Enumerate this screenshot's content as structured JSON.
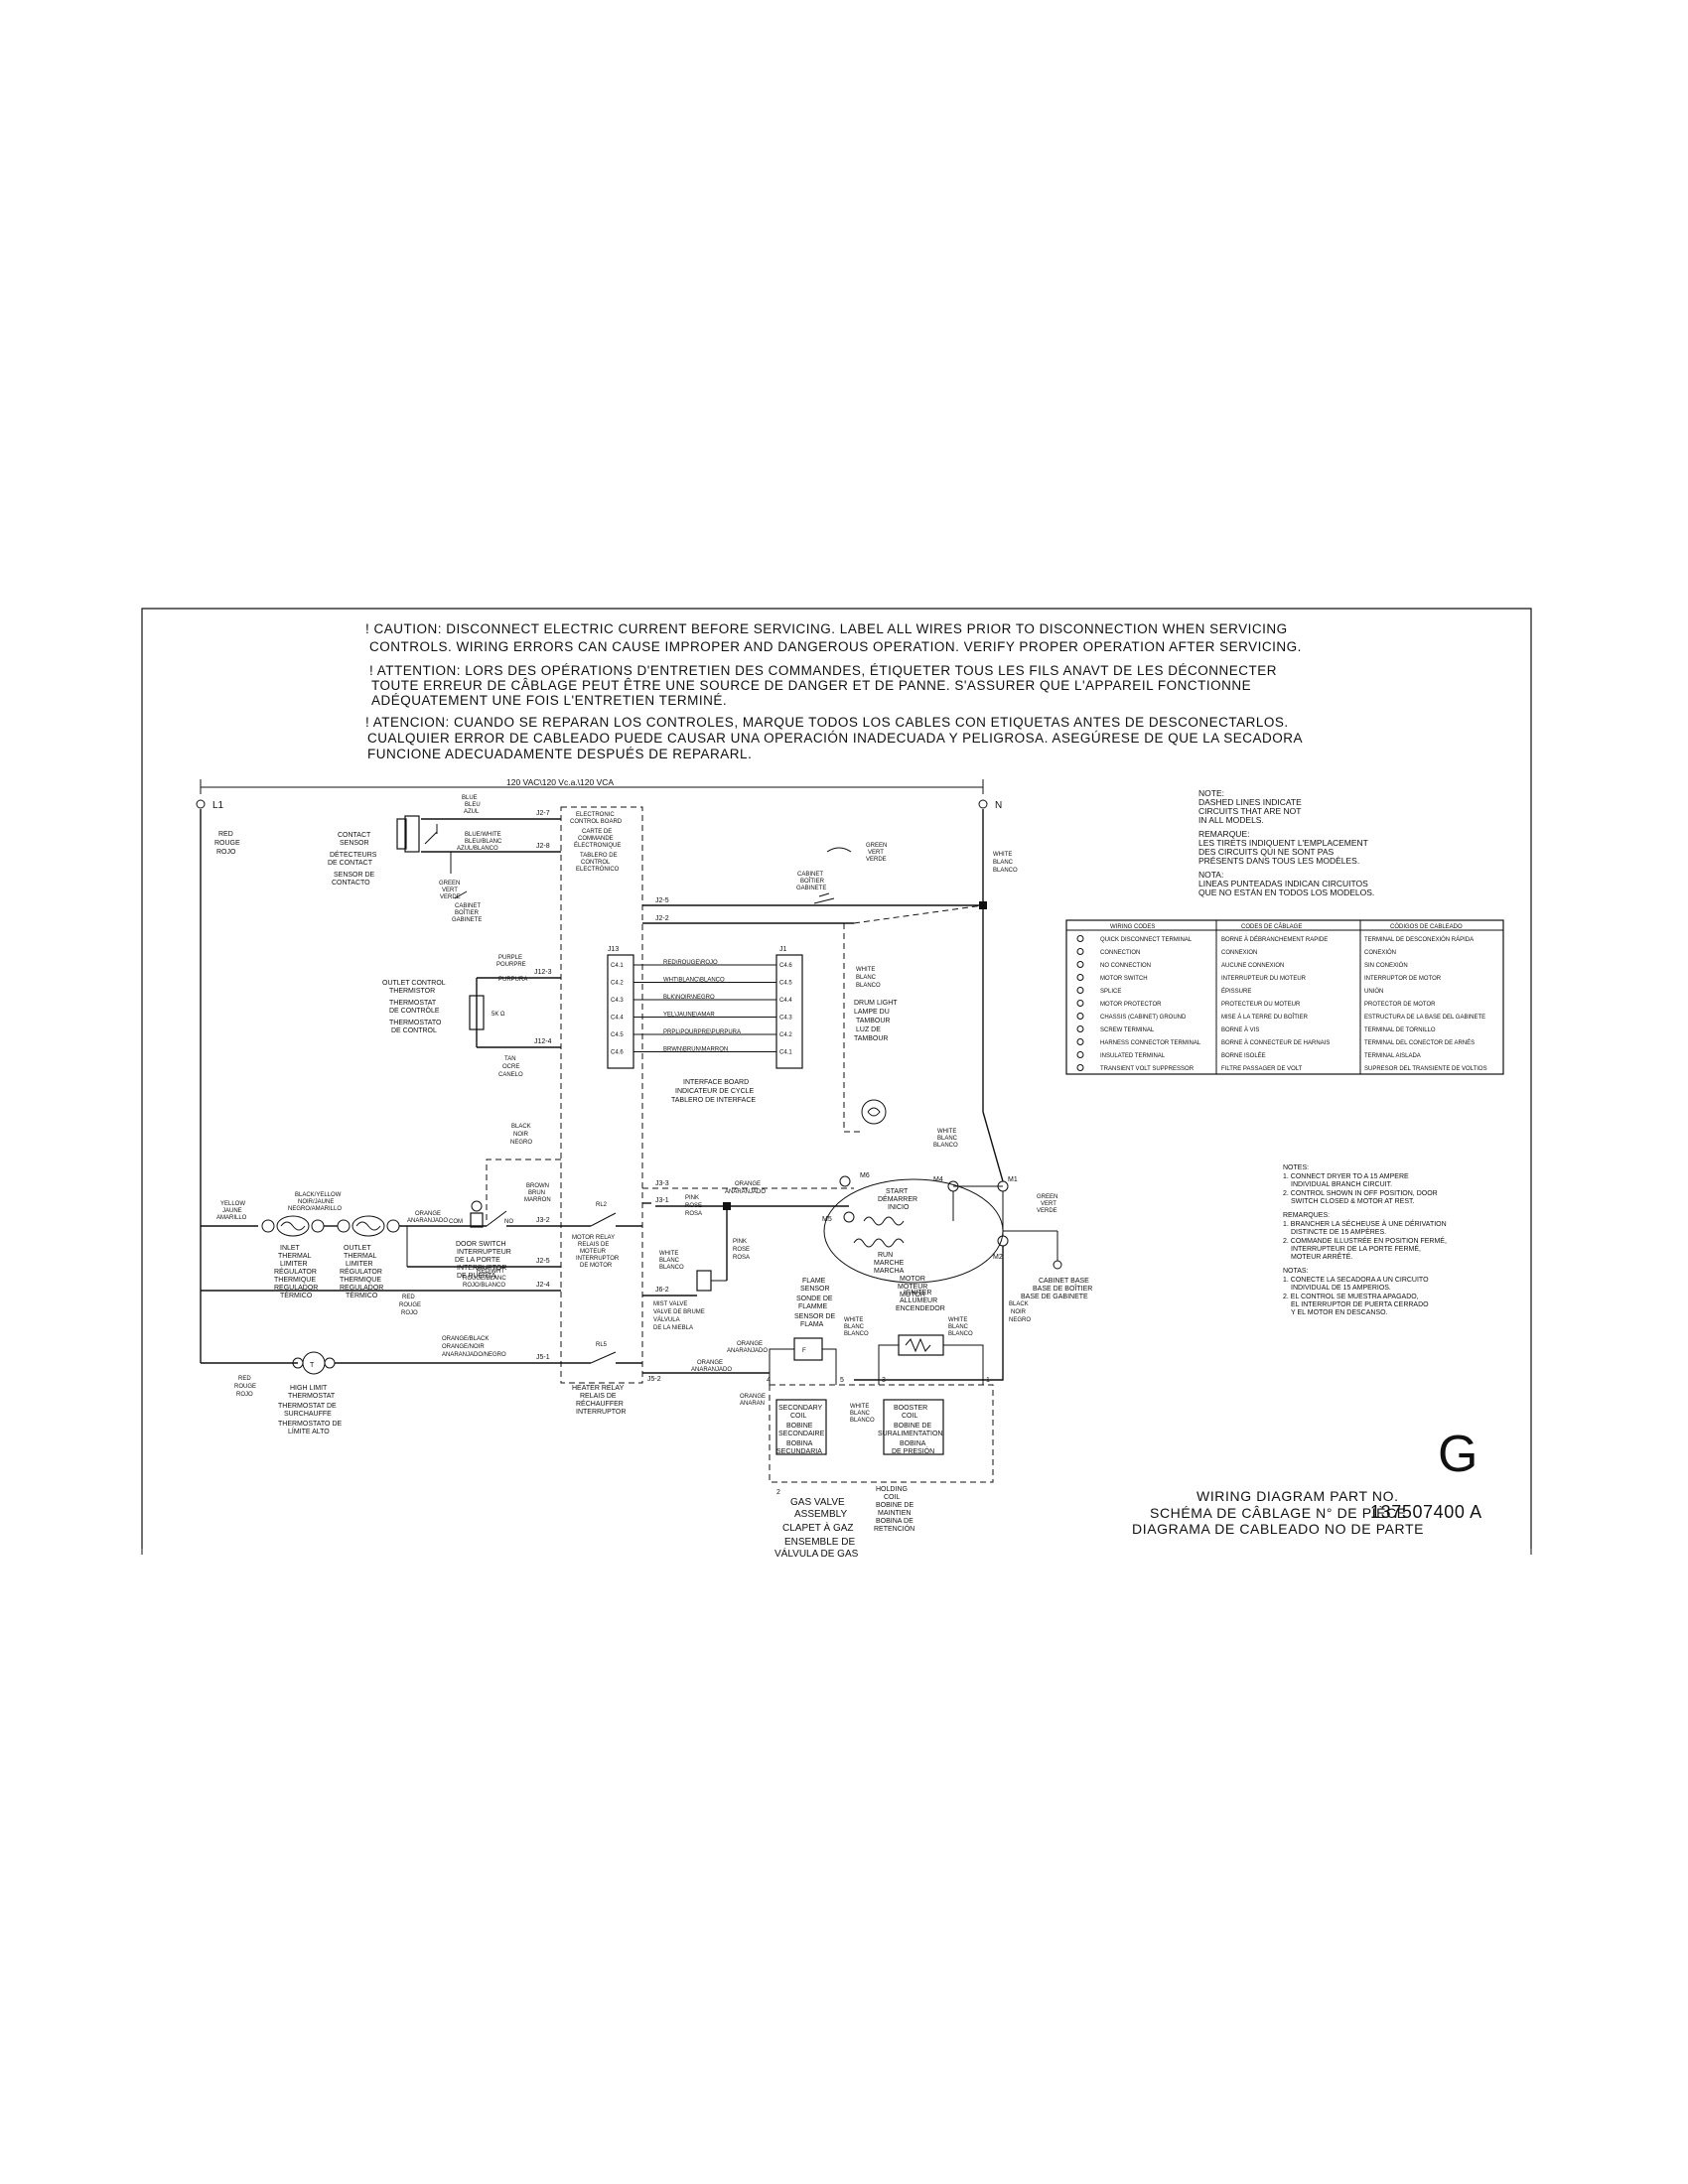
{
  "caution": {
    "en_line1": "! CAUTION: DISCONNECT ELECTRIC CURRENT BEFORE SERVICING. LABEL ALL WIRES PRIOR TO DISCONNECTION WHEN SERVICING",
    "en_line2": "CONTROLS. WIRING ERRORS CAN CAUSE IMPROPER AND DANGEROUS OPERATION. VERIFY PROPER OPERATION AFTER SERVICING.",
    "fr_line1": "! ATTENTION: LORS DES OPÉRATIONS D'ENTRETIEN DES COMMANDES, ÉTIQUETER TOUS LES FILS ANAVT DE LES DÉCONNECTER",
    "fr_line2": "TOUTE ERREUR DE CÂBLAGE PEUT ÊTRE UNE SOURCE DE DANGER ET DE PANNE. S'ASSURER QUE L'APPAREIL FONCTIONNE",
    "fr_line3": "ADÉQUATEMENT UNE FOIS L'ENTRETIEN TERMINÉ.",
    "es_line1": "! ATENCION: CUANDO SE REPARAN LOS CONTROLES, MARQUE TODOS LOS CABLES CON ETIQUETAS ANTES DE DESCONECTARLOS.",
    "es_line2": "CUALQUIER ERROR DE CABLEADO PUEDE CAUSAR UNA OPERACIÓN INADECUADA Y PELIGROSA. ASEGÚRESE DE QUE LA SECADORA",
    "es_line3": "FUNCIONE ADECUADAMENTE DESPUÉS DE REPARARL."
  },
  "supply": {
    "voltage": "120 VAC\\120 Vc.a.\\120 VCA",
    "l1": "L1",
    "l1_color": [
      "RED",
      "ROUGE",
      "ROJO"
    ],
    "n": "N",
    "n_color": [
      "WHITE",
      "BLANC",
      "BLANCO"
    ]
  },
  "note_dashed": [
    "NOTE:",
    "DASHED LINES INDICATE",
    "CIRCUITS THAT ARE NOT",
    "IN ALL MODELS.",
    "REMARQUE:",
    "LES TIRETS INDIQUENT L'EMPLACEMENT",
    "DES CIRCUITS QUI NE SONT PAS",
    "PRÉSENTS DANS TOUS LES MODÈLES.",
    "NOTA:",
    "LINEAS PUNTEADAS INDICAN CIRCUITOS",
    "QUE NO ESTÁN EN TODOS LOS MODELOS."
  ],
  "wiring_codes": {
    "headers": [
      "WIRING CODES",
      "CODES DE CÂBLAGE",
      "CÓDIGOS DE CABLEADO"
    ],
    "rows": [
      [
        "QUICK DISCONNECT TERMINAL",
        "BORNE À DÉBRANCHEMENT RAPIDE",
        "TERMINAL DE DESCONEXIÓN RÁPIDA"
      ],
      [
        "CONNECTION",
        "CONNEXION",
        "CONEXIÓN"
      ],
      [
        "NO CONNECTION",
        "AUCUNE CONNEXION",
        "SIN CONEXIÓN"
      ],
      [
        "MOTOR SWITCH",
        "INTERRUPTEUR DU MOTEUR",
        "INTERRUPTOR DE MOTOR"
      ],
      [
        "SPLICE",
        "ÉPISSURE",
        "UNIÓN"
      ],
      [
        "MOTOR PROTECTOR",
        "PROTECTEUR DU MOTEUR",
        "PROTECTOR DE MOTOR"
      ],
      [
        "CHASSIS (CABINET) GROUND",
        "MISE À LA TERRE DU BOÎTIER",
        "ESTRUCTURA DE LA BASE DEL GABINETE"
      ],
      [
        "SCREW TERMINAL",
        "BORNE À VIS",
        "TERMINAL DE TORNILLO"
      ],
      [
        "HARNESS CONNECTOR TERMINAL",
        "BORNE À CONNECTEUR DE HARNAIS",
        "TERMINAL DEL CONECTOR DE ARNÉS"
      ],
      [
        "INSULATED TERMINAL",
        "BORNE ISOLÉE",
        "TERMINAL AISLADA"
      ],
      [
        "TRANSIENT VOLT SUPPRESSOR",
        "FILTRE PASSAGER DE VOLT",
        "SUPRESOR DEL TRANSIENTE DE VOLTIOS"
      ]
    ]
  },
  "notes2": [
    "NOTES:",
    "1. CONNECT DRYER TO A 15 AMPERE",
    "INDIVIDUAL BRANCH CIRCUIT.",
    "2. CONTROL SHOWN IN OFF POSITION, DOOR",
    "SWITCH CLOSED & MOTOR AT REST.",
    "REMARQUES:",
    "1. BRANCHER LA SÉCHEUSE À UNE DÉRIVATION",
    "DISTINCTE DE 15 AMPÈRES.",
    "2. COMMANDE ILLUSTRÉE EN POSITION FERMÉ,",
    "INTERRUPTEUR DE LA PORTE FERMÉ,",
    "MOTEUR ARRÊTÉ.",
    "NOTAS:",
    "1. CONECTE LA SECADORA A UN CIRCUITO",
    "INDIVIDUAL DE 15 AMPERIOS.",
    "2. EL CONTROL SE MUESTRA APAGADO,",
    "EL INTERRUPTOR DE PUERTA CERRADO",
    "Y EL MOTOR EN DESCANSO."
  ],
  "components": {
    "contact_sensor": [
      "CONTACT",
      "SENSOR",
      "DÉTECTEURS",
      "DE CONTACT",
      "SENSOR DE",
      "CONTACTO"
    ],
    "blue": [
      "BLUE",
      "BLEU",
      "AZUL"
    ],
    "blue_white": [
      "BLUE/WHITE",
      "BLEU/BLANC",
      "AZUL/BLANCO"
    ],
    "green": [
      "GREEN",
      "VERT",
      "VERDE"
    ],
    "cabinet": [
      "CABINET",
      "BOÎTIER",
      "GABINETE"
    ],
    "ecb": [
      "ELECTRONIC",
      "CONTROL BOARD",
      "CARTE DE",
      "COMMANDE",
      "ÉLECTRONIQUE",
      "TABLERO DE",
      "CONTROL",
      "ELECTRÓNICO"
    ],
    "outlet_thermistor": [
      "OUTLET CONTROL",
      "THERMISTOR",
      "THERMOSTAT",
      "DE CONTRÔLE",
      "THERMOSTATO",
      "DE CONTROL"
    ],
    "purple": [
      "PURPLE",
      "POURPRE",
      "PURPURA"
    ],
    "tan": [
      "TAN",
      "OCRE",
      "CANELO"
    ],
    "resistance": "5K Ω",
    "black": [
      "BLACK",
      "NOIR",
      "NEGRO"
    ],
    "j13": "J13",
    "j1": "J1",
    "c4_left": [
      "C4.1",
      "C4.2",
      "C4.3",
      "C4.4",
      "C4.5",
      "C4.6"
    ],
    "c4_right": [
      "C4.6",
      "C4.5",
      "C4.4",
      "C4.3",
      "C4.2",
      "C4.1"
    ],
    "harness_wires": [
      "RED\\ROUGE\\ROJO",
      "WHT\\BLANC\\BLANCO",
      "BLK\\NOIR\\NEGRO",
      "YEL\\JAUNE\\AMAR",
      "PRPL\\POURPRE\\PURPURA",
      "BRWN\\BRUN\\MARRON"
    ],
    "interface": [
      "INTERFACE BOARD",
      "INDICATEUR DE CYCLE",
      "TABLERO DE INTERFACE"
    ],
    "drum_light": [
      "DRUM LIGHT",
      "LAMPE DU",
      "TAMBOUR",
      "LUZ DE",
      "TAMBOUR"
    ],
    "white_ibl": [
      "WHITE",
      "BLANC",
      "BLANCO"
    ],
    "yellow": [
      "YELLOW",
      "JAUNE",
      "AMARILLO"
    ],
    "black_yellow": [
      "BLACK/YELLOW",
      "NOIR/JAUNE",
      "NEGRO/AMARILLO"
    ],
    "orange": [
      "ORANGE",
      "ANARANJADO"
    ],
    "inlet_limiter": [
      "INLET",
      "THERMAL",
      "LIMITER",
      "RÉGULATOR",
      "THERMIQUE",
      "REGULADOR",
      "TÉRMICO"
    ],
    "outlet_limiter": [
      "OUTLET",
      "THERMAL",
      "LIMITER",
      "RÉGULATOR",
      "THERMIQUE",
      "REGULADOR",
      "TÉRMICO"
    ],
    "door_switch": [
      "DOOR SWITCH",
      "INTERRUPTEUR",
      "DE LA PORTE",
      "INTERRUPTOR",
      "DE PUERTA"
    ],
    "brown": [
      "BROWN",
      "BRUN",
      "MARRON"
    ],
    "com": "COM",
    "no": "NO",
    "red_wht": [
      "RED/WHT",
      "ROUGE/BLANC",
      "ROJO/BLANCO"
    ],
    "red_rouge": [
      "RED",
      "ROUGE",
      "ROJO"
    ],
    "rl2": "RL2",
    "motor_relay": [
      "MOTOR RELAY",
      "RELAIS DE",
      "MOTEUR",
      "INTERRUPTOR",
      "DE MOTOR"
    ],
    "pink": [
      "PINK",
      "ROSE",
      "ROSA"
    ],
    "orange_j3": [
      "ORANGE",
      "ANARANJADO"
    ],
    "mist_valve": [
      "MIST VALVE",
      "VALVE DE BRUME",
      "VÁLVULA",
      "DE LA NIEBLA"
    ],
    "white_blanc": [
      "WHITE",
      "BLANC",
      "BLANCO"
    ],
    "motor_start": [
      "START",
      "DÉMARRER",
      "INICIO"
    ],
    "motor_run": [
      "RUN",
      "MARCHE",
      "MARCHA"
    ],
    "motor": [
      "MOTOR",
      "MOTEUR",
      "MOTOR"
    ],
    "m_labels": [
      "M6",
      "M4",
      "M1",
      "M5",
      "M2"
    ],
    "green_vert": [
      "GREEN",
      "VERT",
      "VERDE"
    ],
    "cabinet_base": [
      "CABINET BASE",
      "BASE DE BOÎTIER",
      "BASE DE GABINETE"
    ],
    "black_noir": [
      "BLACK",
      "NOIR",
      "NEGRO"
    ],
    "flame_sensor": [
      "FLAME",
      "SENSOR",
      "SONDE DE",
      "FLAMME",
      "SENSOR DE",
      "FLAMA"
    ],
    "igniter": [
      "IGNITER",
      "ALLUMEUR",
      "ENCENDEDOR"
    ],
    "secondary_coil": [
      "SECONDARY",
      "COIL",
      "BOBINE",
      "SECONDAIRE",
      "BOBINA",
      "SECUNDARIA"
    ],
    "booster_coil": [
      "BOOSTER",
      "COIL",
      "BOBINE DE",
      "SURALIMENTATION",
      "BOBINA",
      "DE PRESIÓN"
    ],
    "holding_coil": [
      "HOLDING",
      "COIL",
      "BOBINE DE",
      "MAINTIEN",
      "BOBINA DE",
      "RETENCIÓN"
    ],
    "gas_valve": [
      "GAS VALVE",
      "ASSEMBLY",
      "CLAPET À GAZ",
      "ENSEMBLE DE",
      "VÁLVULA DE GAS"
    ],
    "orange_anaran": [
      "ORANGE",
      "ANARAN"
    ],
    "white_blanc_blanco": [
      "WHITE",
      "BLANC",
      "BLANCO"
    ],
    "orange_black": [
      "ORANGE/BLACK",
      "ORANGE/NOIR",
      "ANARANJADO/NEGRO"
    ],
    "high_limit": [
      "HIGH LIMIT",
      "THERMOSTAT",
      "THERMOSTAT DE",
      "SURCHAUFFE",
      "THERMOSTATO DE",
      "LÍMITE ALTO"
    ],
    "rl5": "RL5",
    "heater_relay": [
      "HEATER RELAY",
      "RELAIS DE",
      "RÉCHAUFFER",
      "INTERRUPTOR"
    ],
    "connectors": [
      "J2-7",
      "J2-8",
      "J2-5",
      "J2-2",
      "J12-3",
      "J12-4",
      "J3-3",
      "J3-2",
      "J3-1",
      "J2-5",
      "J2-4",
      "J6-2",
      "J5-1",
      "J5-2"
    ],
    "gas_numbers": [
      "4",
      "5",
      "3",
      "1",
      "2"
    ]
  },
  "title_block": {
    "en": "WIRING DIAGRAM PART NO.",
    "fr": "SCHÉMA DE CÂBLAGE N° DE PIÈCE",
    "es": "DIAGRAMA DE CABLEADO NO DE PARTE",
    "part_no": "137507400  A",
    "letter": "G"
  }
}
